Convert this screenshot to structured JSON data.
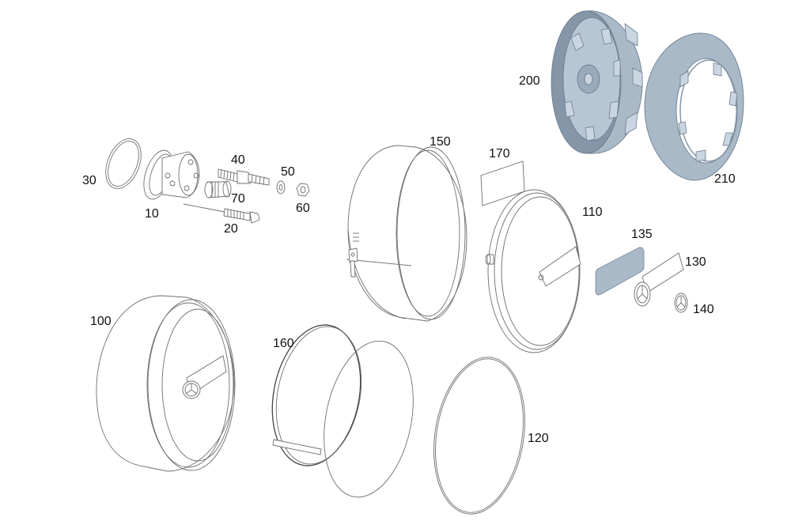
{
  "diagram": {
    "callouts": [
      {
        "id": "10",
        "label": "10"
      },
      {
        "id": "20",
        "label": "20"
      },
      {
        "id": "30",
        "label": "30"
      },
      {
        "id": "40",
        "label": "40"
      },
      {
        "id": "50",
        "label": "50"
      },
      {
        "id": "60",
        "label": "60"
      },
      {
        "id": "70",
        "label": "70"
      },
      {
        "id": "100",
        "label": "100"
      },
      {
        "id": "110",
        "label": "110"
      },
      {
        "id": "120",
        "label": "120"
      },
      {
        "id": "130",
        "label": "130"
      },
      {
        "id": "135",
        "label": "135"
      },
      {
        "id": "140",
        "label": "140"
      },
      {
        "id": "150",
        "label": "150"
      },
      {
        "id": "160",
        "label": "160"
      },
      {
        "id": "170",
        "label": "170"
      },
      {
        "id": "200",
        "label": "200"
      },
      {
        "id": "210",
        "label": "210"
      }
    ],
    "colors": {
      "line": "#6f6f6f",
      "part_fill": "#a9b9c8",
      "part_shade": "#8596a8",
      "part_highlight": "#c9d5e0",
      "text": "#111111"
    }
  }
}
